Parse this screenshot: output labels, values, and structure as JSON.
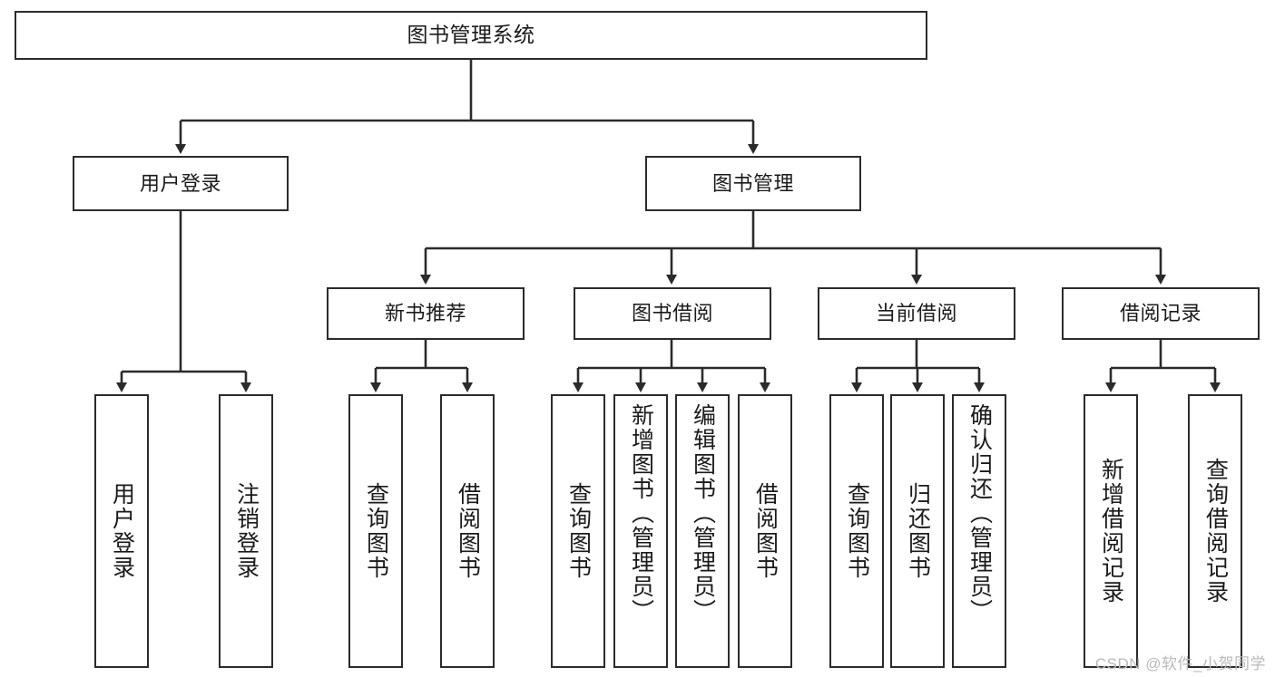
{
  "diagram": {
    "title": "图书管理系统",
    "type": "tree-hierarchy",
    "root": {
      "label": "图书管理系统"
    },
    "level2": [
      {
        "label": "用户登录"
      },
      {
        "label": "图书管理"
      }
    ],
    "level3": [
      {
        "label": "新书推荐"
      },
      {
        "label": "图书借阅"
      },
      {
        "label": "当前借阅"
      },
      {
        "label": "借阅记录"
      }
    ],
    "leaves": {
      "user_login": [
        {
          "label": "用户登录"
        },
        {
          "label": "注销登录"
        }
      ],
      "new_book_recommend": [
        {
          "label": "查询图书"
        },
        {
          "label": "借阅图书"
        }
      ],
      "book_borrow": [
        {
          "label": "查询图书"
        },
        {
          "label": "新增图书（管理员）"
        },
        {
          "label": "编辑图书（管理员）"
        },
        {
          "label": "借阅图书"
        }
      ],
      "current_borrow": [
        {
          "label": "查询图书"
        },
        {
          "label": "归还图书"
        },
        {
          "label": "确认归还（管理员）"
        }
      ],
      "borrow_records": [
        {
          "label": "新增借阅记录"
        },
        {
          "label": "查询借阅记录"
        }
      ]
    }
  },
  "watermark": {
    "text": "CSDN @软件_小贺同学"
  },
  "colors": {
    "stroke": "#2b2b2b",
    "background": "#ffffff",
    "text": "#1a1a1a",
    "watermark": "#b9b9b9"
  }
}
